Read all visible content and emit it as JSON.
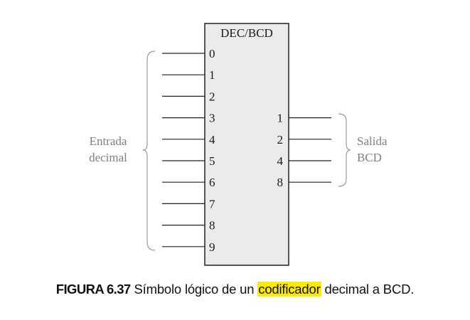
{
  "block_title": "DEC/BCD",
  "inputs": [
    "0",
    "1",
    "2",
    "3",
    "4",
    "5",
    "6",
    "7",
    "8",
    "9"
  ],
  "outputs": [
    "1",
    "2",
    "4",
    "8"
  ],
  "input_group_label": [
    "Entrada",
    "decimal"
  ],
  "output_group_label": [
    "Salida",
    "BCD"
  ],
  "caption": {
    "figure": "FIGURA 6.37",
    "before": "Símbolo lógico de un",
    "highlight": "codificador",
    "after": "decimal a BCD."
  },
  "colors": {
    "block_fill": "#ebebeb",
    "line": "#222222",
    "brace": "#9a9a9a",
    "group_label": "#7f7f7f",
    "highlight": "#ffeb00"
  }
}
